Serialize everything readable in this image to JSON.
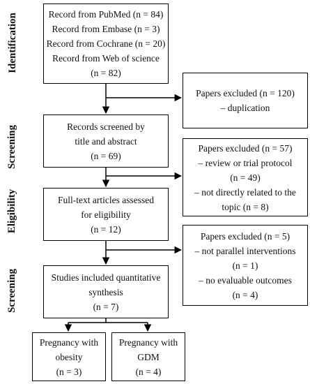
{
  "stages": {
    "identification": "Identification",
    "screening_1": "Screening",
    "eligibility": "Eligibility",
    "screening_2": "Screening"
  },
  "boxes": {
    "records": [
      "Record from PubMed (n = 84)",
      "Record from Embase (n = 3)",
      "Record from Cochrane (n = 20)",
      "Record from Web of science",
      "(n = 82)"
    ],
    "excluded_duplication": [
      "Papers excluded (n = 120)",
      "– duplication"
    ],
    "screened": [
      "Records screened by",
      "title and abstract",
      "(n = 69)"
    ],
    "excluded_screening": [
      "Papers excluded (n = 57)",
      "– review or trial protocol",
      "(n = 49)",
      "– not directly related to the",
      "topic (n = 8)"
    ],
    "fulltext": [
      "Full-text articles assessed",
      "for eligibility",
      "(n = 12)"
    ],
    "excluded_eligibility": [
      "Papers excluded (n = 5)",
      "– not parallel interventions",
      "(n = 1)",
      "– no evaluable outcomes",
      "(n = 4)"
    ],
    "included": [
      "Studies included quantitative",
      "synthesis",
      "(n = 7)"
    ],
    "obesity": [
      "Pregnancy with",
      "obesity",
      "(n = 3)"
    ],
    "gdm": [
      "Pregnancy with",
      "GDM",
      "(n = 4)"
    ]
  }
}
